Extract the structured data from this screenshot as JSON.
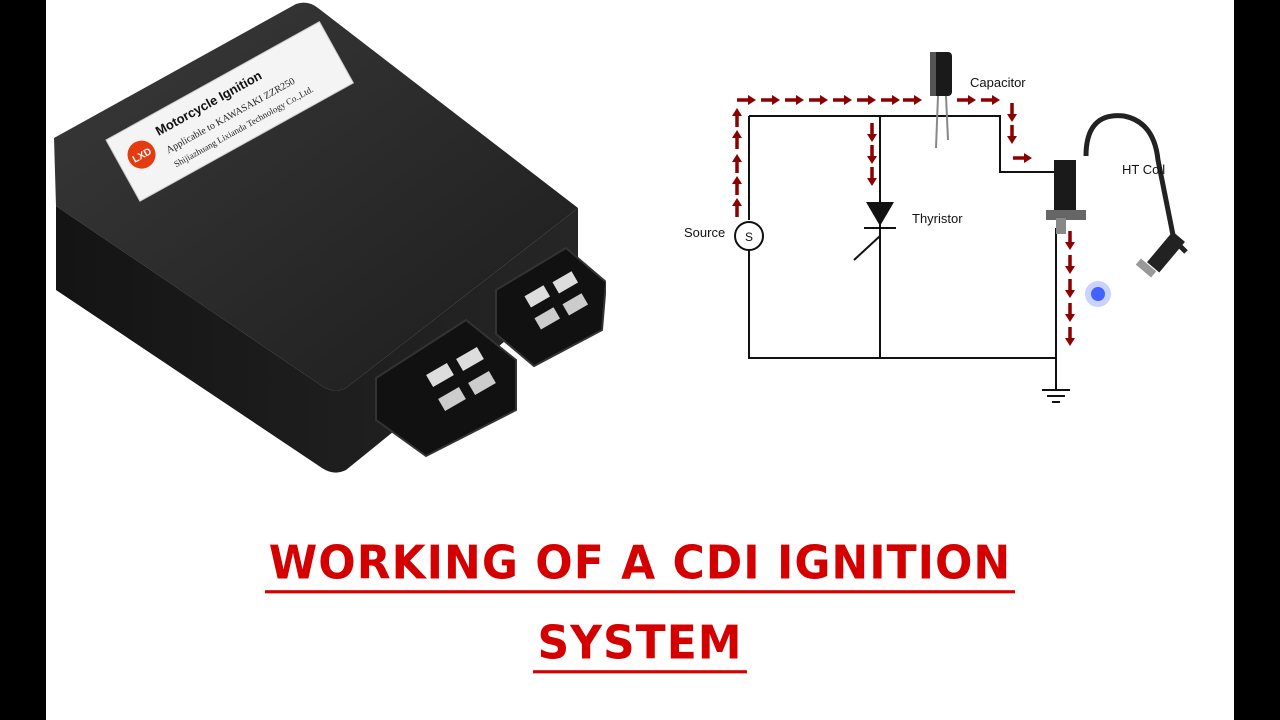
{
  "product": {
    "label_title": "Motorcycle Ignition",
    "label_line1": "Applicable to  KAWASAKI  ZZR250",
    "label_line2": "Shijiazhuang Lixianda Technology Co.,Ltd.",
    "logo_text": "LXD"
  },
  "diagram": {
    "capacitor_label": "Capacitor",
    "ht_coil_label": "HT Coil",
    "thyristor_label": "Thyristor",
    "source_label": "Source",
    "source_symbol": "S"
  },
  "title": {
    "line1": "Working of a CDI Ignition",
    "line2": "System"
  },
  "colors": {
    "title": "#d40000",
    "arrow": "#8b0000",
    "wire": "#111111",
    "spark": "#2a4dff"
  }
}
